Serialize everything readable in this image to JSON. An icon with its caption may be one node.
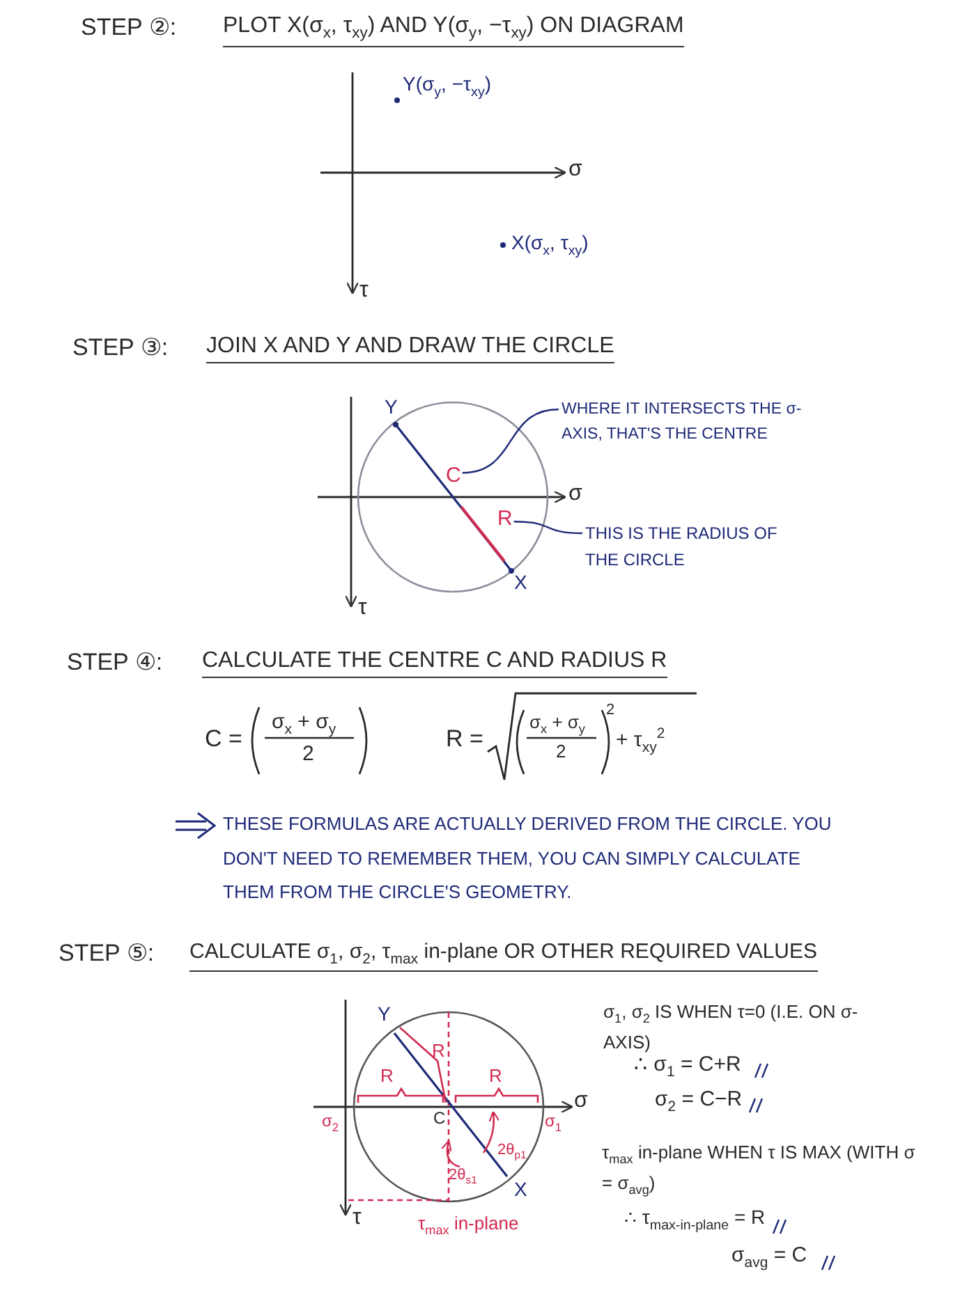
{
  "diagram": {
    "nodes": [
      {
        "text": [
          "WHERE IT INTERSECTS THE σ-AXIS, THAT'S THE CENTRE"
        ]
      },
      {
        "text": [
          "C"
        ]
      },
      {
        "text": [
          "THIS IS THE RADIUS OF THE CIRCLE"
        ]
      },
      {
        "text": [
          "R"
        ]
      }
    ],
    "edges": [
      {
        "from": 0,
        "to": 1,
        "arrow": "none"
      },
      {
        "from": 2,
        "to": 3,
        "arrow": "none"
      }
    ],
    "labels": [
      "STEP ②:",
      "PLOT X(σ$_{x}$, τ$_{xy}$) AND Y(σ$_{y}$, −τ$_{xy}$) ON DIAGRAM",
      "Y(σ$_{y}$, −τ$_{xy}$)",
      "σ",
      "X(σ$_{x}$, τ$_{xy}$)",
      "τ",
      "STEP ③:",
      "JOIN X AND Y AND DRAW THE CIRCLE",
      "Y",
      "σ",
      "X",
      "τ",
      "STEP ④:",
      "CALCULATE THE CENTRE C AND RADIUS R",
      "C =",
      "σ$_{x}$ + σ$_{y}$",
      "2",
      "R =",
      "σ$_{x}$ + σ$_{y}$",
      "2",
      "2",
      "+ τ$_{xy}$$^{2}$",
      "THESE FORMULAS ARE ACTUALLY DERIVED FROM THE CIRCLE. YOU DON'T NEED TO REMEMBER THEM, YOU CAN SIMPLY CALCULATE THEM FROM THE CIRCLE'S GEOMETRY.",
      "STEP ⑤:",
      "CALCULATE σ$_{1}$, σ$_{2}$, τ$_{max}$ in-plane OR OTHER REQUIRED VALUES",
      "Y",
      "R",
      "R",
      "R",
      "σ$_{2}$",
      "C",
      "σ$_{1}$",
      "2θ$_{p1}$",
      "2θ$_{s1}$",
      "X",
      "τ",
      "σ",
      "τ$_{max}$ in-plane",
      "σ$_{1}$, σ$_{2}$ IS WHEN τ=0 (I.E. ON σ-AXIS)",
      "∴ σ$_{1}$ = C+R",
      "σ$_{2}$ = C−R",
      "τ$_{max}$ in-plane WHEN τ IS MAX (WITH σ = σ$_{avg}$)",
      "∴ τ$_{max-in-plane}$ = R",
      "σ$_{avg}$ = C"
    ]
  }
}
